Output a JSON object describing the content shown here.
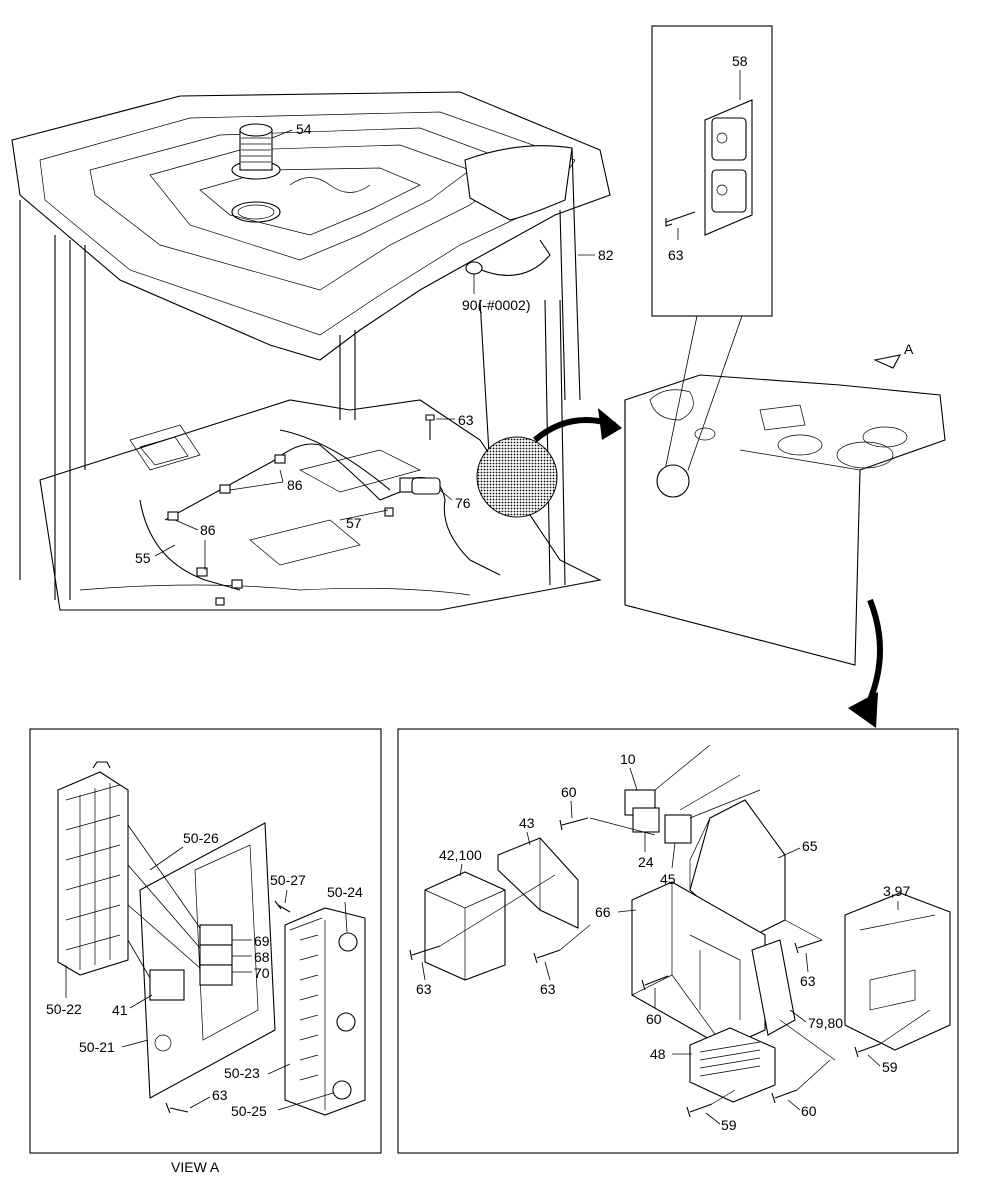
{
  "title": "VIEW A",
  "callouts_top": {
    "c54": "54",
    "c58": "58",
    "c63_inset": "63",
    "c82": "82",
    "c90": "90(-#0002)",
    "c63_mid": "63",
    "c86_a": "86",
    "c86_b": "86",
    "c76": "76",
    "c57": "57",
    "c55": "55",
    "arrow_a": "A"
  },
  "callouts_left": {
    "c50_26": "50-26",
    "c50_27": "50-27",
    "c50_24": "50-24",
    "c69": "69",
    "c68": "68",
    "c70": "70",
    "c41": "41",
    "c50_22": "50-22",
    "c50_21": "50-21",
    "c50_23": "50-23",
    "c63": "63",
    "c50_25": "50-25"
  },
  "callouts_right": {
    "c10": "10",
    "c60_a": "60",
    "c43": "43",
    "c42": "42,100",
    "c24": "24",
    "c45": "45",
    "c65": "65",
    "c66": "66",
    "c3": "3,97",
    "c63_a": "63",
    "c63_b": "63",
    "c63_c": "63",
    "c60_b": "60",
    "c79": "79,80",
    "c48": "48",
    "c59_a": "59",
    "c59_b": "59",
    "c60_c": "60"
  }
}
